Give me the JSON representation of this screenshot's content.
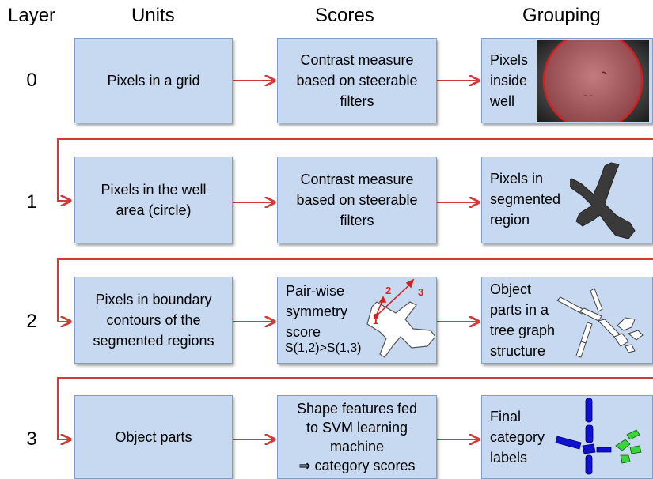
{
  "headers": {
    "layer": "Layer",
    "units": "Units",
    "scores": "Scores",
    "grouping": "Grouping"
  },
  "rows": [
    {
      "layer": "0",
      "units": "Pixels in a grid",
      "scores": "Contrast measure\nbased on steerable\nfilters",
      "grouping": "Pixels\ninside\nwell"
    },
    {
      "layer": "1",
      "units": "Pixels in the well\narea (circle)",
      "scores": "Contrast measure\nbased on steerable\nfilters",
      "grouping": "Pixels in\nsegmented\nregion"
    },
    {
      "layer": "2",
      "units": "Pixels in boundary\ncontours of the\nsegmented regions",
      "scores": "Pair-wise\nsymmetry\nscore",
      "scores_formula": "S(1,2)>S(1,3)",
      "symmetry_labels": [
        "1",
        "2",
        "3"
      ],
      "grouping": "Object\nparts in a\ntree graph\nstructure"
    },
    {
      "layer": "3",
      "units": "Object parts",
      "scores": "Shape features fed\nto SVM learning\nmachine\n⇒ category scores",
      "grouping": "Final\ncategory\nlabels"
    }
  ],
  "colors": {
    "box_fill": "#c6d9f0",
    "box_border": "#7f9fc8",
    "arrow": "#d03a3a",
    "well_red": "#b05a5e",
    "segment_gray": "#3a3a3a",
    "part_blue": "#1010d0",
    "part_green": "#3cd43c"
  }
}
